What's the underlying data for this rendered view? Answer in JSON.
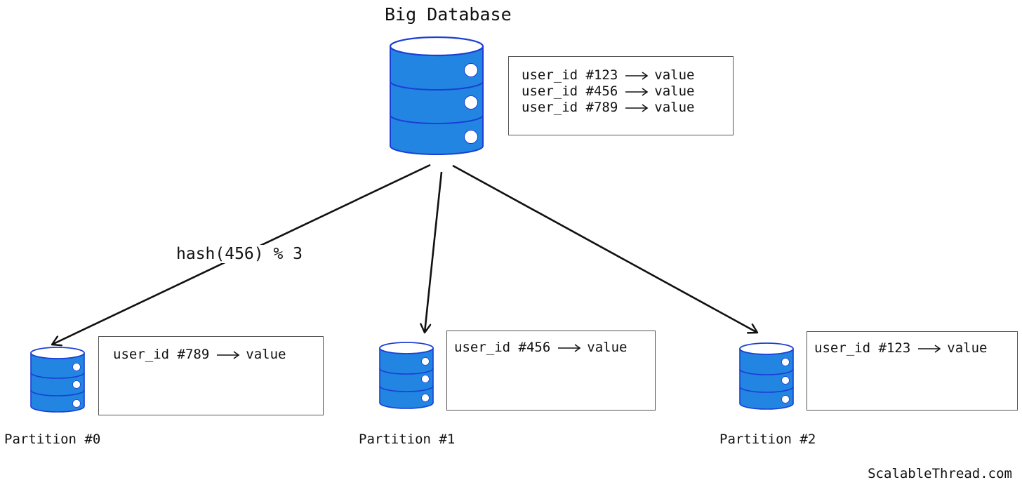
{
  "title": "Big Database",
  "big_db": {
    "entries": [
      {
        "key": "user_id #123",
        "value": "value"
      },
      {
        "key": "user_id #456",
        "value": "value"
      },
      {
        "key": "user_id #789",
        "value": "value"
      }
    ]
  },
  "partitions": [
    {
      "label": "Partition #0",
      "entries": [
        {
          "key": "user_id #789",
          "value": "value"
        }
      ]
    },
    {
      "label": "Partition #1",
      "entries": [
        {
          "key": "user_id #456",
          "value": "value"
        }
      ]
    },
    {
      "label": "Partition #2",
      "entries": [
        {
          "key": "user_id #123",
          "value": "value"
        }
      ]
    }
  ],
  "edge_label": "hash(456) % 3",
  "footer": "ScalableThread.com",
  "colors": {
    "db_fill": "#2385E2",
    "db_stroke": "#1A3FD6",
    "arrow": "#111111"
  }
}
